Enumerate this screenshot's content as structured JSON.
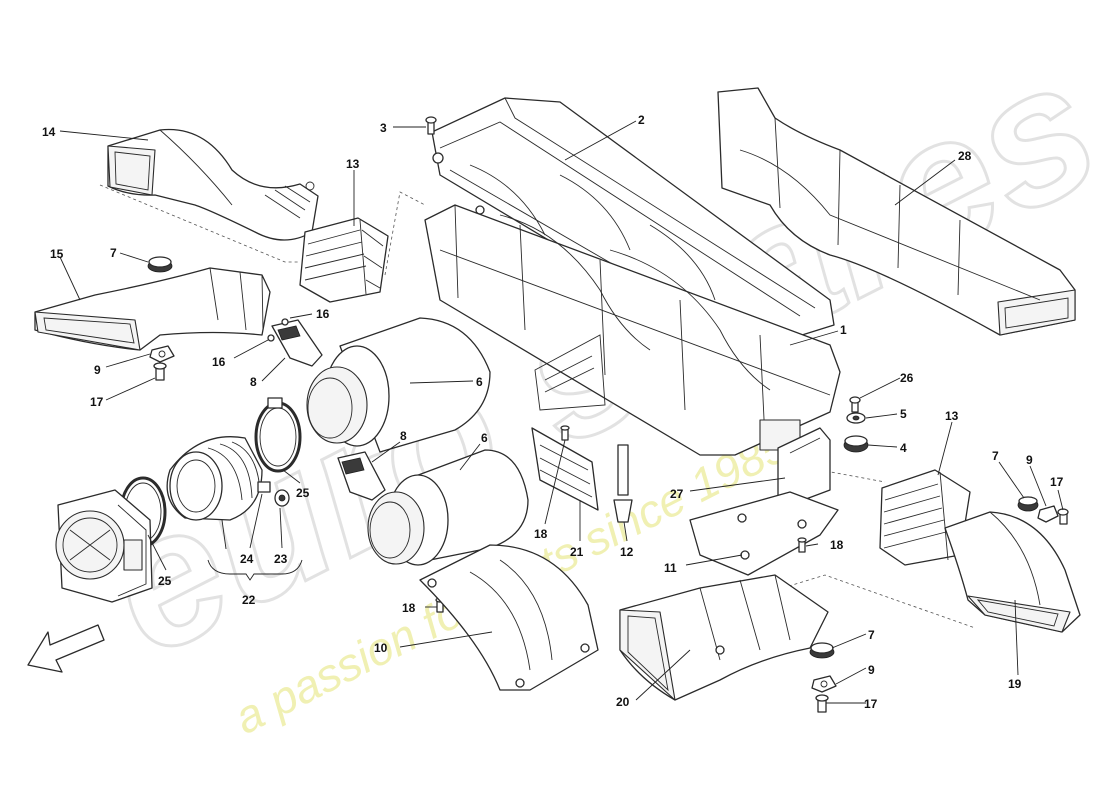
{
  "watermark": {
    "brand": "euro spares",
    "tagline": "a passion for parts since 1985"
  },
  "callouts": {
    "c1": "1",
    "c2": "2",
    "c3": "3",
    "c4": "4",
    "c5": "5",
    "c6a": "6",
    "c6b": "6",
    "c7a": "7",
    "c7b": "7",
    "c7c": "7",
    "c8a": "8",
    "c8b": "8",
    "c9a": "9",
    "c9b": "9",
    "c9c": "9",
    "c10": "10",
    "c11": "11",
    "c12": "12",
    "c13a": "13",
    "c13b": "13",
    "c14": "14",
    "c15": "15",
    "c16a": "16",
    "c16b": "16",
    "c17a": "17",
    "c17b": "17",
    "c17c": "17",
    "c18a": "18",
    "c18b": "18",
    "c18c": "18",
    "c19": "19",
    "c20": "20",
    "c21": "21",
    "c22": "22",
    "c23": "23",
    "c24": "24",
    "c25a": "25",
    "c25b": "25",
    "c26": "26",
    "c27": "27",
    "c28": "28"
  },
  "icons": {
    "direction": "arrow-down-left-icon"
  }
}
